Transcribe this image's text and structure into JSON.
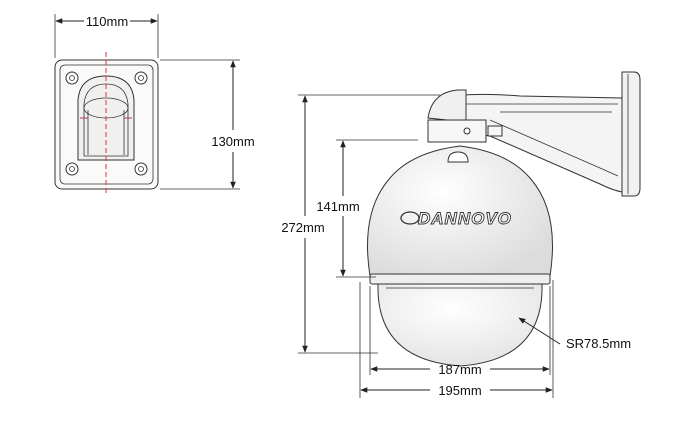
{
  "dimensions": {
    "bracket_width": "110mm",
    "bracket_height": "130mm",
    "dome_body_height": "141mm",
    "total_height": "272mm",
    "dome_radius": "SR78.5mm",
    "dome_width_inner": "187mm",
    "dome_width_outer": "195mm"
  },
  "logo": {
    "brand": "DANNOVO"
  },
  "colors": {
    "line": "#222222",
    "center_line": "#e0303a",
    "body": "#f4f4f4",
    "dome_fill": "#f6f6f6"
  }
}
